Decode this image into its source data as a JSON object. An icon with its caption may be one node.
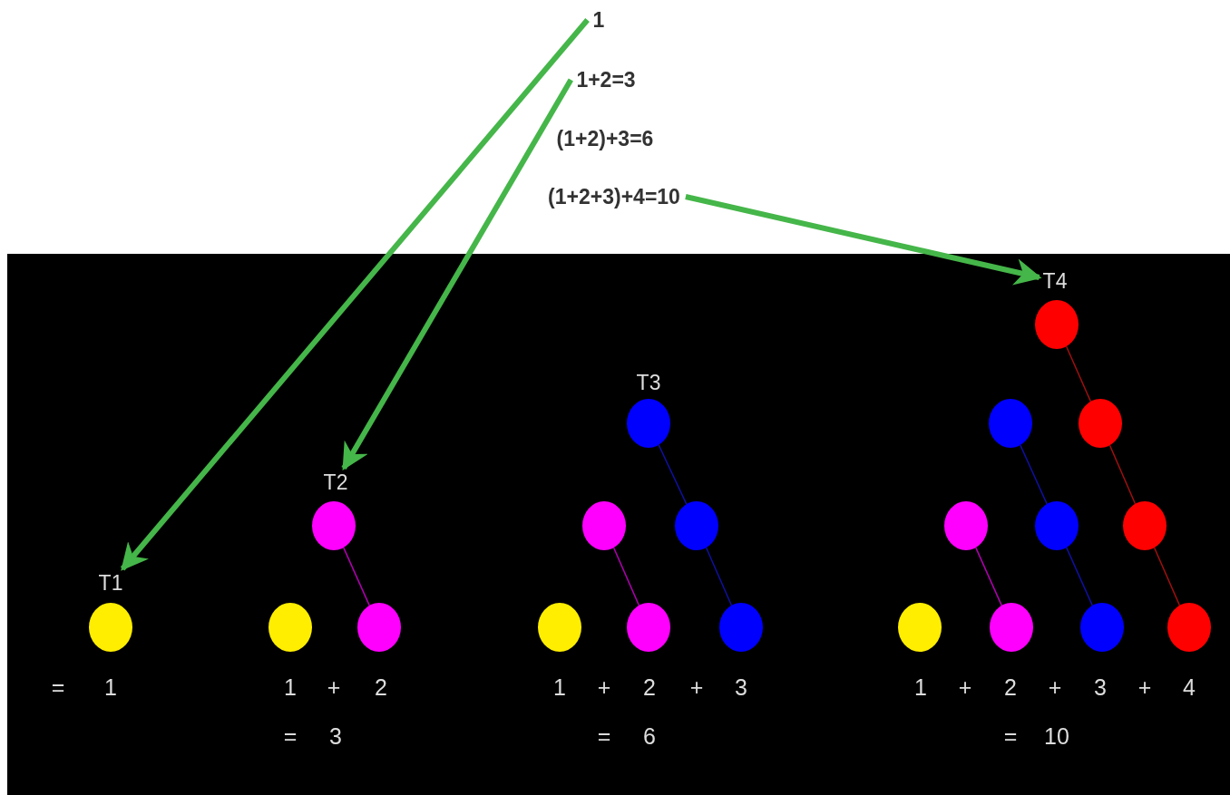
{
  "diagram": {
    "nodes": [
      {
        "text": [
          "1"
        ]
      },
      {
        "text": [
          "1+2=3"
        ]
      },
      {
        "text": [
          "(1+2)+3=6"
        ]
      },
      {
        "text": [
          "(1+2+3)+4=10"
        ]
      },
      {
        "text": [
          "T1"
        ]
      },
      {
        "text": [
          "T2"
        ]
      },
      {
        "text": [
          "T3"
        ]
      },
      {
        "text": [
          "T4"
        ]
      },
      {
        "text": [],
        "shape": "circle"
      },
      {
        "text": [],
        "shape": "circle"
      },
      {
        "text": [],
        "shape": "circle"
      },
      {
        "text": [],
        "shape": "circle"
      },
      {
        "text": [],
        "shape": "circle"
      },
      {
        "text": [],
        "shape": "circle"
      },
      {
        "text": [],
        "shape": "circle"
      },
      {
        "text": [],
        "shape": "circle"
      },
      {
        "text": [],
        "shape": "circle"
      },
      {
        "text": [],
        "shape": "circle"
      },
      {
        "text": [],
        "shape": "circle"
      },
      {
        "text": [],
        "shape": "circle"
      },
      {
        "text": [],
        "shape": "circle"
      },
      {
        "text": [],
        "shape": "circle"
      },
      {
        "text": [],
        "shape": "circle"
      },
      {
        "text": [],
        "shape": "circle"
      },
      {
        "text": [],
        "shape": "circle"
      },
      {
        "text": [],
        "shape": "circle"
      },
      {
        "text": [],
        "shape": "circle"
      },
      {
        "text": [],
        "shape": "circle"
      }
    ],
    "edges": [
      {
        "from": 0,
        "to": 4,
        "arrow": "to",
        "style": "thick",
        "color": "#45b649"
      },
      {
        "from": 1,
        "to": 5,
        "arrow": "to",
        "style": "thick",
        "color": "#45b649"
      },
      {
        "from": 3,
        "to": 7,
        "arrow": "to",
        "style": "thick",
        "color": "#45b649"
      },
      {
        "from": 9,
        "to": 11,
        "arrow": "none",
        "color": "#b000b0"
      },
      {
        "from": 12,
        "to": 14,
        "arrow": "none",
        "color": "#1010a0"
      },
      {
        "from": 13,
        "to": 16,
        "arrow": "none",
        "color": "#b000b0"
      },
      {
        "from": 14,
        "to": 17,
        "arrow": "none",
        "color": "#1010a0"
      },
      {
        "from": 18,
        "to": 20,
        "arrow": "none",
        "color": "#a01010"
      },
      {
        "from": 19,
        "to": 22,
        "arrow": "none",
        "color": "#1010a0"
      },
      {
        "from": 20,
        "to": 23,
        "arrow": "none",
        "color": "#a01010"
      },
      {
        "from": 21,
        "to": 25,
        "arrow": "none",
        "color": "#b000b0"
      },
      {
        "from": 22,
        "to": 26,
        "arrow": "none",
        "color": "#1010a0"
      },
      {
        "from": 23,
        "to": 27,
        "arrow": "none",
        "color": "#a01010"
      }
    ],
    "labels": [
      "=",
      "1",
      "1",
      "+",
      "2",
      "1",
      "+",
      "2",
      "+",
      "3",
      "1",
      "+",
      "2",
      "+",
      "3",
      "+",
      "4",
      "=",
      "3",
      "=",
      "6",
      "=",
      "10"
    ]
  }
}
